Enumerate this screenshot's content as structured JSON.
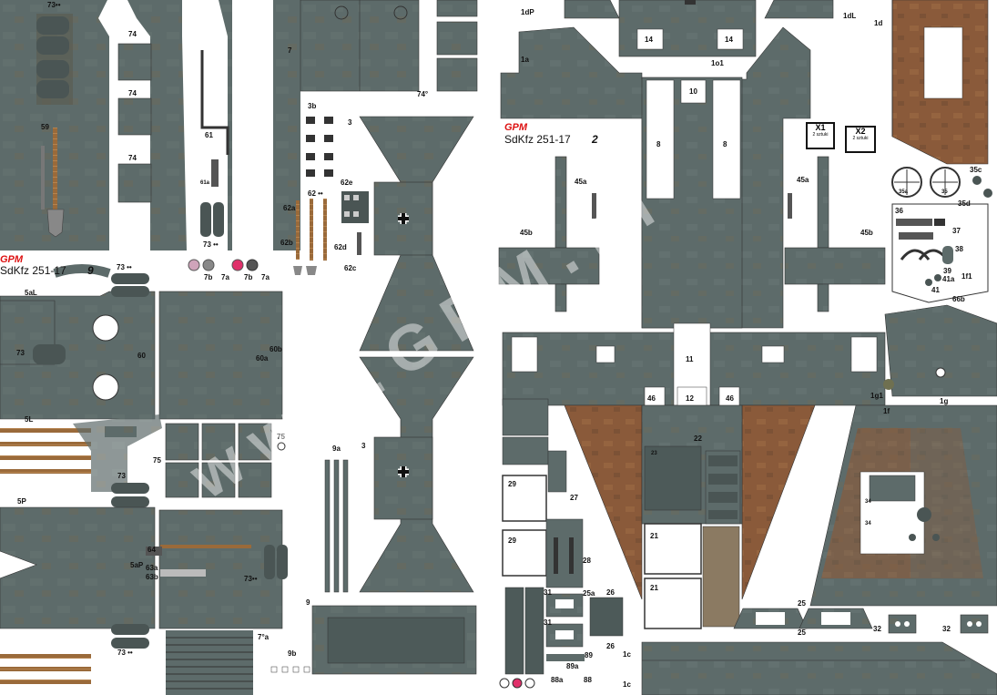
{
  "brand": "GPM",
  "model_name": "SdKfz 251-17",
  "sheets": [
    {
      "id": "left",
      "number": "9"
    },
    {
      "id": "right",
      "number": "2"
    }
  ],
  "watermark": "www.GPM.pl",
  "x_boxes": [
    {
      "code": "X1",
      "note": "2 sztuki"
    },
    {
      "code": "X2",
      "note": "2 sztuki"
    }
  ],
  "colors": {
    "camo_grey": "#5d6b6a",
    "rust": "#8a5a3a",
    "wood": "#9a6a3a",
    "red_lamp": "#e0306a",
    "brand_red": "#dd1111"
  },
  "left_labels": [
    {
      "t": "73••",
      "id": "l1"
    },
    {
      "t": "74",
      "id": "l2"
    },
    {
      "t": "74",
      "id": "l3"
    },
    {
      "t": "74",
      "id": "l4"
    },
    {
      "t": "59",
      "id": "l5"
    },
    {
      "t": "61",
      "id": "l6"
    },
    {
      "t": "61a",
      "id": "l7"
    },
    {
      "t": "73 ••",
      "id": "l8"
    },
    {
      "t": "7",
      "id": "l9"
    },
    {
      "t": "74°",
      "id": "l10"
    },
    {
      "t": "3b",
      "id": "l11"
    },
    {
      "t": "3",
      "id": "l12"
    },
    {
      "t": "62e",
      "id": "l13"
    },
    {
      "t": "62a",
      "id": "l14"
    },
    {
      "t": "62 ••",
      "id": "l15"
    },
    {
      "t": "62b",
      "id": "l16"
    },
    {
      "t": "62d",
      "id": "l17"
    },
    {
      "t": "62c",
      "id": "l18"
    },
    {
      "t": "7b",
      "id": "l19"
    },
    {
      "t": "7a",
      "id": "l20"
    },
    {
      "t": "7b",
      "id": "l21"
    },
    {
      "t": "7a",
      "id": "l22"
    },
    {
      "t": "73 ••",
      "id": "l23"
    },
    {
      "t": "5aL",
      "id": "l24"
    },
    {
      "t": "73",
      "id": "l25"
    },
    {
      "t": "60",
      "id": "l26"
    },
    {
      "t": "60b",
      "id": "l27"
    },
    {
      "t": "60a",
      "id": "l28"
    },
    {
      "t": "5L",
      "id": "l29"
    },
    {
      "t": "73",
      "id": "l30"
    },
    {
      "t": "75",
      "id": "l31"
    },
    {
      "t": "75",
      "id": "l32"
    },
    {
      "t": "5P",
      "id": "l33"
    },
    {
      "t": "9a",
      "id": "l34"
    },
    {
      "t": "3",
      "id": "l35"
    },
    {
      "t": "64",
      "id": "l36"
    },
    {
      "t": "5aP",
      "id": "l37"
    },
    {
      "t": "63a",
      "id": "l38"
    },
    {
      "t": "63b",
      "id": "l39"
    },
    {
      "t": "73••",
      "id": "l40"
    },
    {
      "t": "9",
      "id": "l41"
    },
    {
      "t": "7°a",
      "id": "l42"
    },
    {
      "t": "73 ••",
      "id": "l43"
    },
    {
      "t": "9b",
      "id": "l44"
    }
  ],
  "right_labels": [
    {
      "t": "1dP",
      "id": "r1"
    },
    {
      "t": "1dL",
      "id": "r2"
    },
    {
      "t": "1d",
      "id": "r3"
    },
    {
      "t": "14",
      "id": "r4"
    },
    {
      "t": "14",
      "id": "r5"
    },
    {
      "t": "1o1",
      "id": "r6"
    },
    {
      "t": "1a",
      "id": "r7"
    },
    {
      "t": "10",
      "id": "r8"
    },
    {
      "t": "8",
      "id": "r9"
    },
    {
      "t": "8",
      "id": "r10"
    },
    {
      "t": "45a",
      "id": "r11"
    },
    {
      "t": "45a",
      "id": "r12"
    },
    {
      "t": "45b",
      "id": "r13"
    },
    {
      "t": "45b",
      "id": "r14"
    },
    {
      "t": "35c",
      "id": "r15"
    },
    {
      "t": "35a",
      "id": "r16"
    },
    {
      "t": "35",
      "id": "r17"
    },
    {
      "t": "35d",
      "id": "r18"
    },
    {
      "t": "36",
      "id": "r19"
    },
    {
      "t": "37",
      "id": "r20"
    },
    {
      "t": "38",
      "id": "r21"
    },
    {
      "t": "39",
      "id": "r22"
    },
    {
      "t": "41a",
      "id": "r23"
    },
    {
      "t": "41",
      "id": "r24"
    },
    {
      "t": "1f1",
      "id": "r25"
    },
    {
      "t": "66b",
      "id": "r26"
    },
    {
      "t": "11",
      "id": "r27"
    },
    {
      "t": "46",
      "id": "r28"
    },
    {
      "t": "12",
      "id": "r29"
    },
    {
      "t": "46",
      "id": "r30"
    },
    {
      "t": "1g1",
      "id": "r31"
    },
    {
      "t": "1g",
      "id": "r32"
    },
    {
      "t": "1f",
      "id": "r33"
    },
    {
      "t": "22",
      "id": "r34"
    },
    {
      "t": "23",
      "id": "r35"
    },
    {
      "t": "27",
      "id": "r36"
    },
    {
      "t": "29",
      "id": "r37"
    },
    {
      "t": "29",
      "id": "r38"
    },
    {
      "t": "28",
      "id": "r39"
    },
    {
      "t": "21",
      "id": "r40"
    },
    {
      "t": "21",
      "id": "r41"
    },
    {
      "t": "31",
      "id": "r42"
    },
    {
      "t": "31",
      "id": "r43"
    },
    {
      "t": "25a",
      "id": "r44"
    },
    {
      "t": "26",
      "id": "r45"
    },
    {
      "t": "26",
      "id": "r46"
    },
    {
      "t": "89",
      "id": "r47"
    },
    {
      "t": "89a",
      "id": "r48"
    },
    {
      "t": "88a",
      "id": "r49"
    },
    {
      "t": "88",
      "id": "r50"
    },
    {
      "t": "1c",
      "id": "r51"
    },
    {
      "t": "1c",
      "id": "r52"
    },
    {
      "t": "25",
      "id": "r53"
    },
    {
      "t": "25",
      "id": "r54"
    },
    {
      "t": "32",
      "id": "r55"
    },
    {
      "t": "32",
      "id": "r56"
    },
    {
      "t": "34",
      "id": "r57"
    },
    {
      "t": "34",
      "id": "r58"
    }
  ]
}
